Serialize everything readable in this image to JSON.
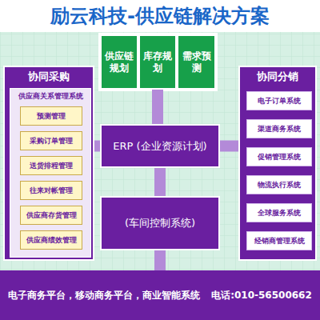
{
  "diagram": {
    "title": "励云科技-供应链解决方案",
    "nodes": [
      {
        "text": [
          "协同采购"
        ]
      },
      {
        "text": [
          "供应商关系管理系统"
        ],
        "in": 0
      },
      {
        "text": [
          "预测管理"
        ],
        "in": 1
      },
      {
        "text": [
          "采购订单管理"
        ],
        "in": 1
      },
      {
        "text": [
          "送货排程管理"
        ],
        "in": 1
      },
      {
        "text": [
          "往来对帐管理"
        ],
        "in": 1
      },
      {
        "text": [
          "供应商存货管理"
        ],
        "in": 1
      },
      {
        "text": [
          "供应商绩效管理"
        ],
        "in": 1
      },
      {
        "text": [
          "供应链规划"
        ]
      },
      {
        "text": [
          "库存规划"
        ]
      },
      {
        "text": [
          "需求预测"
        ]
      },
      {
        "text": [
          "ERP (企业资源计划)"
        ]
      },
      {
        "text": [
          "(车间控制系统)"
        ]
      },
      {
        "text": [
          "协同分销"
        ]
      },
      {
        "text": [
          "电子订单系统"
        ],
        "in": 13
      },
      {
        "text": [
          "渠道商务系统"
        ],
        "in": 13
      },
      {
        "text": [
          "促销管理系统"
        ],
        "in": 13
      },
      {
        "text": [
          "物流执行系统"
        ],
        "in": 13
      },
      {
        "text": [
          "全球服务系统"
        ],
        "in": 13
      },
      {
        "text": [
          "经销商管理系统"
        ],
        "in": 13
      },
      {
        "text": [
          "电子商务平台，移动商务平台，商业智能系统",
          "电话:010-56500662"
        ]
      }
    ],
    "edges": [
      {
        "from": 9,
        "to": 11,
        "arrow": "none"
      },
      {
        "from": 11,
        "to": 12,
        "arrow": "none"
      },
      {
        "from": 0,
        "to": 11,
        "arrow": "none"
      },
      {
        "from": 11,
        "to": 13,
        "arrow": "none"
      },
      {
        "from": 12,
        "to": 20,
        "arrow": "none"
      }
    ]
  }
}
